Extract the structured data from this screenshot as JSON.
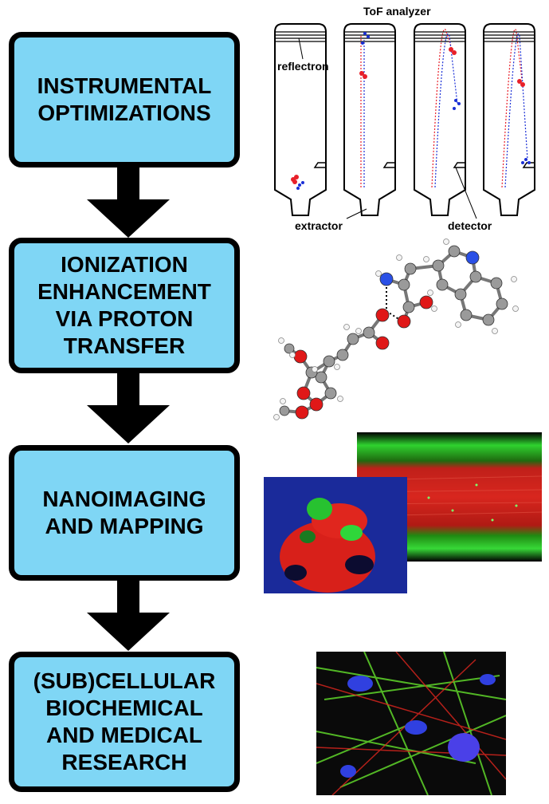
{
  "steps": [
    {
      "lines": [
        "INSTRUMENTAL",
        "OPTIMIZATIONS"
      ]
    },
    {
      "lines": [
        "IONIZATION",
        "ENHANCEMENT",
        "VIA PROTON",
        "TRANSFER"
      ]
    },
    {
      "lines": [
        "NANOIMAGING",
        "AND MAPPING"
      ]
    },
    {
      "lines": [
        "(SUB)CELLULAR",
        "BIOCHEMICAL",
        "AND MEDICAL",
        "RESEARCH"
      ]
    }
  ],
  "tof": {
    "title": "ToF analyzer",
    "reflectron": "reflectron",
    "extractor": "extractor",
    "detector": "detector"
  },
  "colors": {
    "box_fill": "#7fd6f5",
    "ion_red": "#e8202a",
    "ion_blue": "#1a2fd6",
    "carbon": "#9a9a9a",
    "oxygen": "#e01818",
    "nitrogen": "#2a50e6",
    "fluor_green": "#3ce23c",
    "fluor_red": "#e01818",
    "fluor_blue": "#2a3bd8"
  },
  "icons": [
    "down-arrow-icon",
    "molecule-icon",
    "tof-instrument-icon",
    "micrograph-icon"
  ]
}
